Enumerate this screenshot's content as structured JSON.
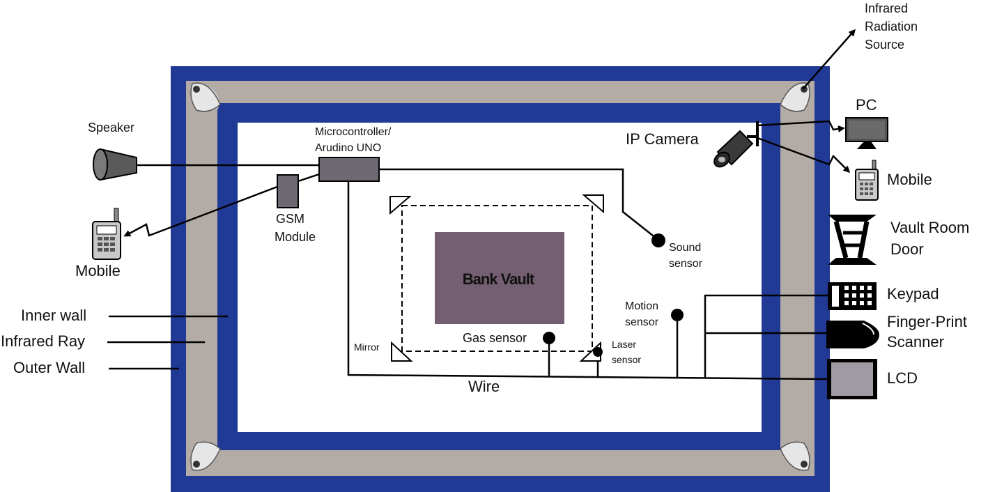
{
  "walls": {
    "outer_color": "#213a96",
    "infrared_color": "#b3aca6",
    "inner_color": "#213a96"
  },
  "vault": {
    "label": "Bank Vault",
    "color": "#735e72"
  },
  "labels": {
    "speaker": "Speaker",
    "microcontroller_line1": "Microcontroller/",
    "microcontroller_line2": "Arudino UNO",
    "gsm_line1": "GSM",
    "gsm_line2": "Module",
    "mobile_left": "Mobile",
    "inner_wall": "Inner wall",
    "infrared_ray": "Infrared Ray",
    "outer_wall": "Outer Wall",
    "ir_source_line1": "Infrared",
    "ir_source_line2": "Radiation",
    "ir_source_line3": "Source",
    "pc": "PC",
    "ip_camera": "IP Camera",
    "mobile_right": "Mobile",
    "vault_door_line1": "Vault Room",
    "vault_door_line2": "Door",
    "keypad": "Keypad",
    "fingerprint_line1": "Finger-Print",
    "fingerprint_line2": "Scanner",
    "lcd": "LCD",
    "sound_line1": "Sound",
    "sound_line2": "sensor",
    "motion_line1": "Motion",
    "motion_line2": "sensor",
    "gas_sensor": "Gas sensor",
    "laser_line1": "Laser",
    "laser_line2": "sensor",
    "mirror": "Mirror",
    "wire": "Wire"
  },
  "icons": [
    "speaker-icon",
    "mobile-icon",
    "pc-monitor-icon",
    "ip-camera-icon",
    "door-icon",
    "keypad-icon",
    "fingerprint-scanner-icon",
    "lcd-icon",
    "infrared-lamp-icon",
    "mirror-icon",
    "sensor-icon"
  ]
}
